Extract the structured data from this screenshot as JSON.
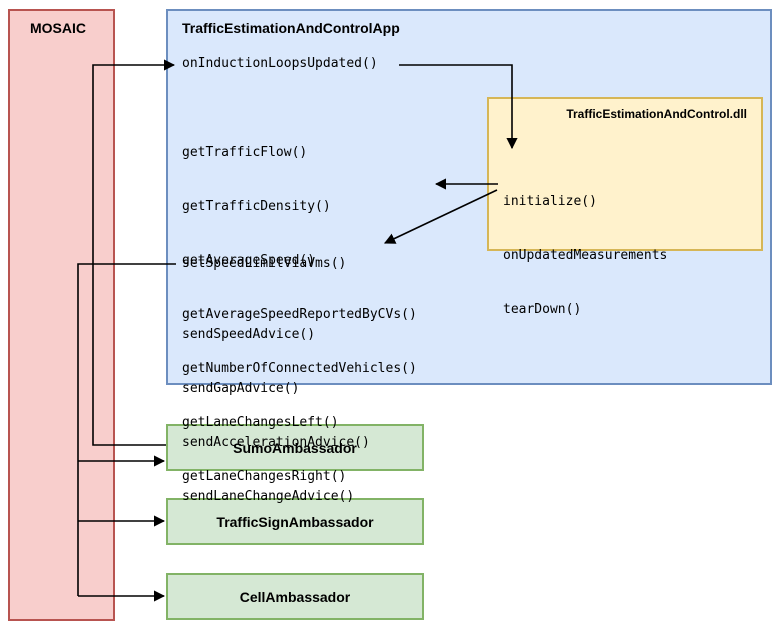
{
  "mosaic": {
    "title": "MOSAIC"
  },
  "app": {
    "title": "TrafficEstimationAndControlApp",
    "callback": "onInductionLoopsUpdated()",
    "getters": [
      "getTrafficFlow()",
      "getTrafficDensity()",
      "getAverageSpeed()",
      "getAverageSpeedReportedByCVs()",
      "getNumberOfConnectedVehicles()",
      "getLaneChangesLeft()",
      "getLaneChangesRight()"
    ],
    "vms": "setSpeedLimitViaVms()",
    "advice": [
      "sendSpeedAdvice()",
      "sendGapAdvice()",
      "sendAccelerationAdvice()",
      "sendLaneChangeAdvice()"
    ]
  },
  "dll": {
    "title": "TrafficEstimationAndControl.dll",
    "methods": [
      "initialize()",
      "onUpdatedMeasurements",
      "tearDown()"
    ]
  },
  "ambassadors": {
    "sumo": "SumoAmbassador",
    "traffic_sign": "TrafficSignAmbassador",
    "cell": "CellAmbassador"
  },
  "colors": {
    "mosaic_fill": "#f8cecc",
    "mosaic_stroke": "#b85450",
    "app_fill": "#dae8fc",
    "app_stroke": "#6c8ebf",
    "dll_fill": "#fff2cc",
    "dll_stroke": "#d6b656",
    "ambassador_fill": "#d5e8d4",
    "ambassador_stroke": "#82b366"
  }
}
